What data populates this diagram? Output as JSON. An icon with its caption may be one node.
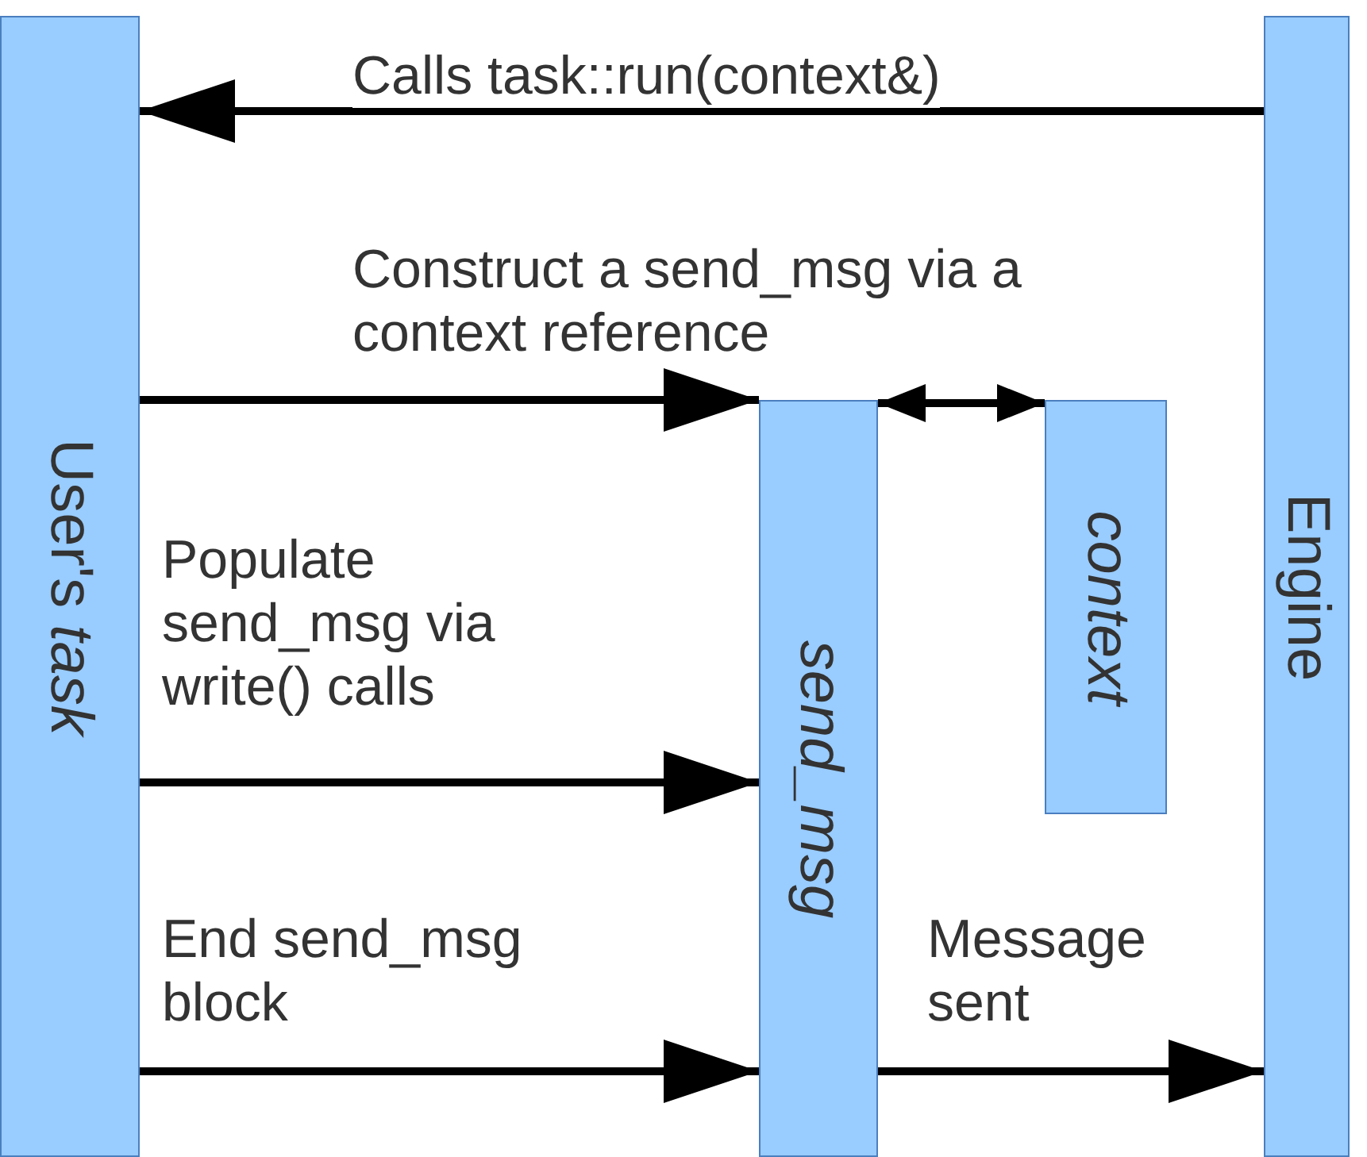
{
  "diagram": {
    "nodes": [
      {
        "text": [
          "User's *task*"
        ]
      },
      {
        "text": [
          "send_msg"
        ]
      },
      {
        "text": [
          "context"
        ]
      },
      {
        "text": [
          "Engine"
        ]
      }
    ],
    "edges": [
      {
        "from": 3,
        "to": 0,
        "arrow": "to",
        "label": "Calls task::run(context&)"
      },
      {
        "from": 0,
        "to": 1,
        "arrow": "to",
        "label": "Construct a send_msg via a context reference"
      },
      {
        "from": 1,
        "to": 2,
        "arrow": "both"
      },
      {
        "from": 0,
        "to": 1,
        "arrow": "to",
        "label": "Populate send_msg via write() calls"
      },
      {
        "from": 0,
        "to": 1,
        "arrow": "to",
        "label": "End send_msg block"
      },
      {
        "from": 1,
        "to": 3,
        "arrow": "to",
        "label": "Message sent"
      }
    ]
  }
}
